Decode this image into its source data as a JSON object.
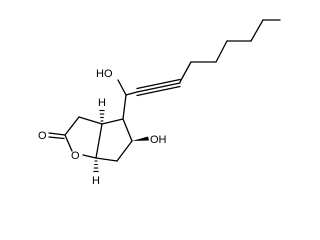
{
  "molecule": {
    "labels": {
      "ring_oxygen": "O",
      "carbonyl_oxygen": "O",
      "side_chain_hydroxyl": "HO",
      "ring_hydroxyl": "OH",
      "upper_ring_fusion_hydrogen": "H",
      "lower_ring_fusion_hydrogen": "H"
    }
  },
  "colors": {
    "bond": "#000000",
    "label": "#000000",
    "background": "#ffffff"
  }
}
